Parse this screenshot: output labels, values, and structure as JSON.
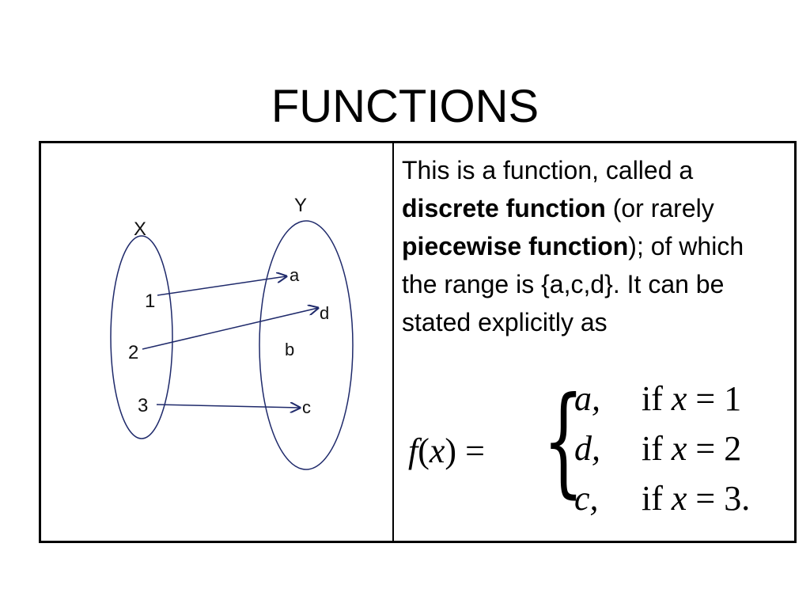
{
  "slide": {
    "title": "FUNCTIONS"
  },
  "diagram": {
    "domain_label": "X",
    "codomain_label": "Y",
    "domain_items": [
      "1",
      "2",
      "3"
    ],
    "codomain_items": [
      "a",
      "d",
      "b",
      "c"
    ],
    "mappings": [
      {
        "from": "1",
        "to": "a"
      },
      {
        "from": "2",
        "to": "d"
      },
      {
        "from": "3",
        "to": "c"
      }
    ],
    "line_color": "#1f2a6b"
  },
  "description": {
    "part1": "This is a function, called a ",
    "bold1": "discrete function",
    "part2": " (or rarely ",
    "bold2": "piecewise function",
    "part3": "); of which the range is {a,c,d}. It can be stated explicitly as"
  },
  "formula": {
    "lhs_func": "f",
    "lhs_open": "(",
    "lhs_var": "x",
    "lhs_close": ") =",
    "cases": [
      {
        "value": "a,",
        "condition_prefix": "if ",
        "var": "x",
        "condition_rest": " = 1"
      },
      {
        "value": "d,",
        "condition_prefix": "if ",
        "var": "x",
        "condition_rest": " = 2"
      },
      {
        "value": "c,",
        "condition_prefix": "if ",
        "var": "x",
        "condition_rest": " = 3."
      }
    ]
  }
}
